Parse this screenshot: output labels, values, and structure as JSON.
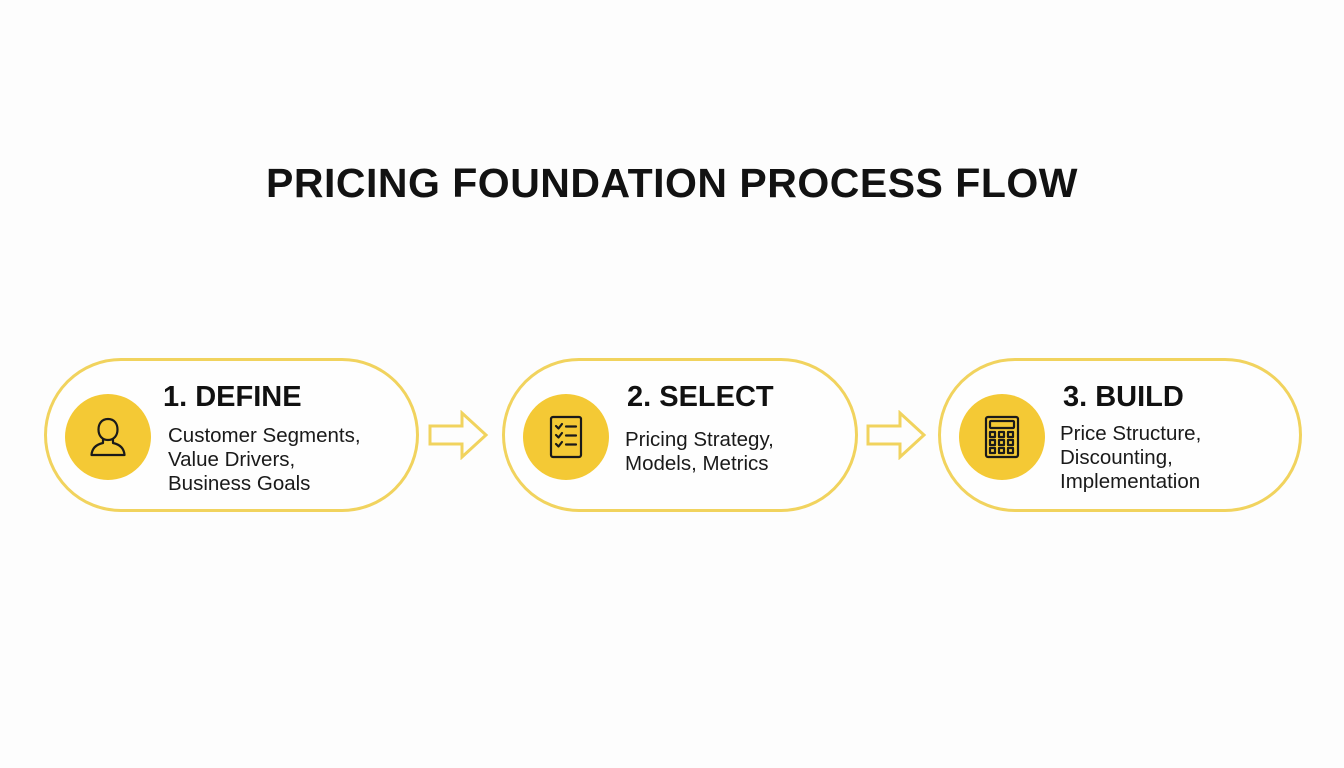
{
  "title": "PRICING FOUNDATION PROCESS FLOW",
  "colors": {
    "accent": "#f4c935",
    "border": "#f1d35e",
    "text": "#121212"
  },
  "steps": [
    {
      "title": "1. DEFINE",
      "icon": "person-icon",
      "lines": [
        "Customer Segments,",
        "Value Drivers,",
        "Business Goals"
      ]
    },
    {
      "title": "2. SELECT",
      "icon": "checklist-icon",
      "lines": [
        "Pricing Strategy,",
        "Models, Metrics"
      ]
    },
    {
      "title": "3. BUILD",
      "icon": "calculator-icon",
      "lines": [
        "Price Structure,",
        "Discounting,",
        "Implementation"
      ]
    }
  ]
}
